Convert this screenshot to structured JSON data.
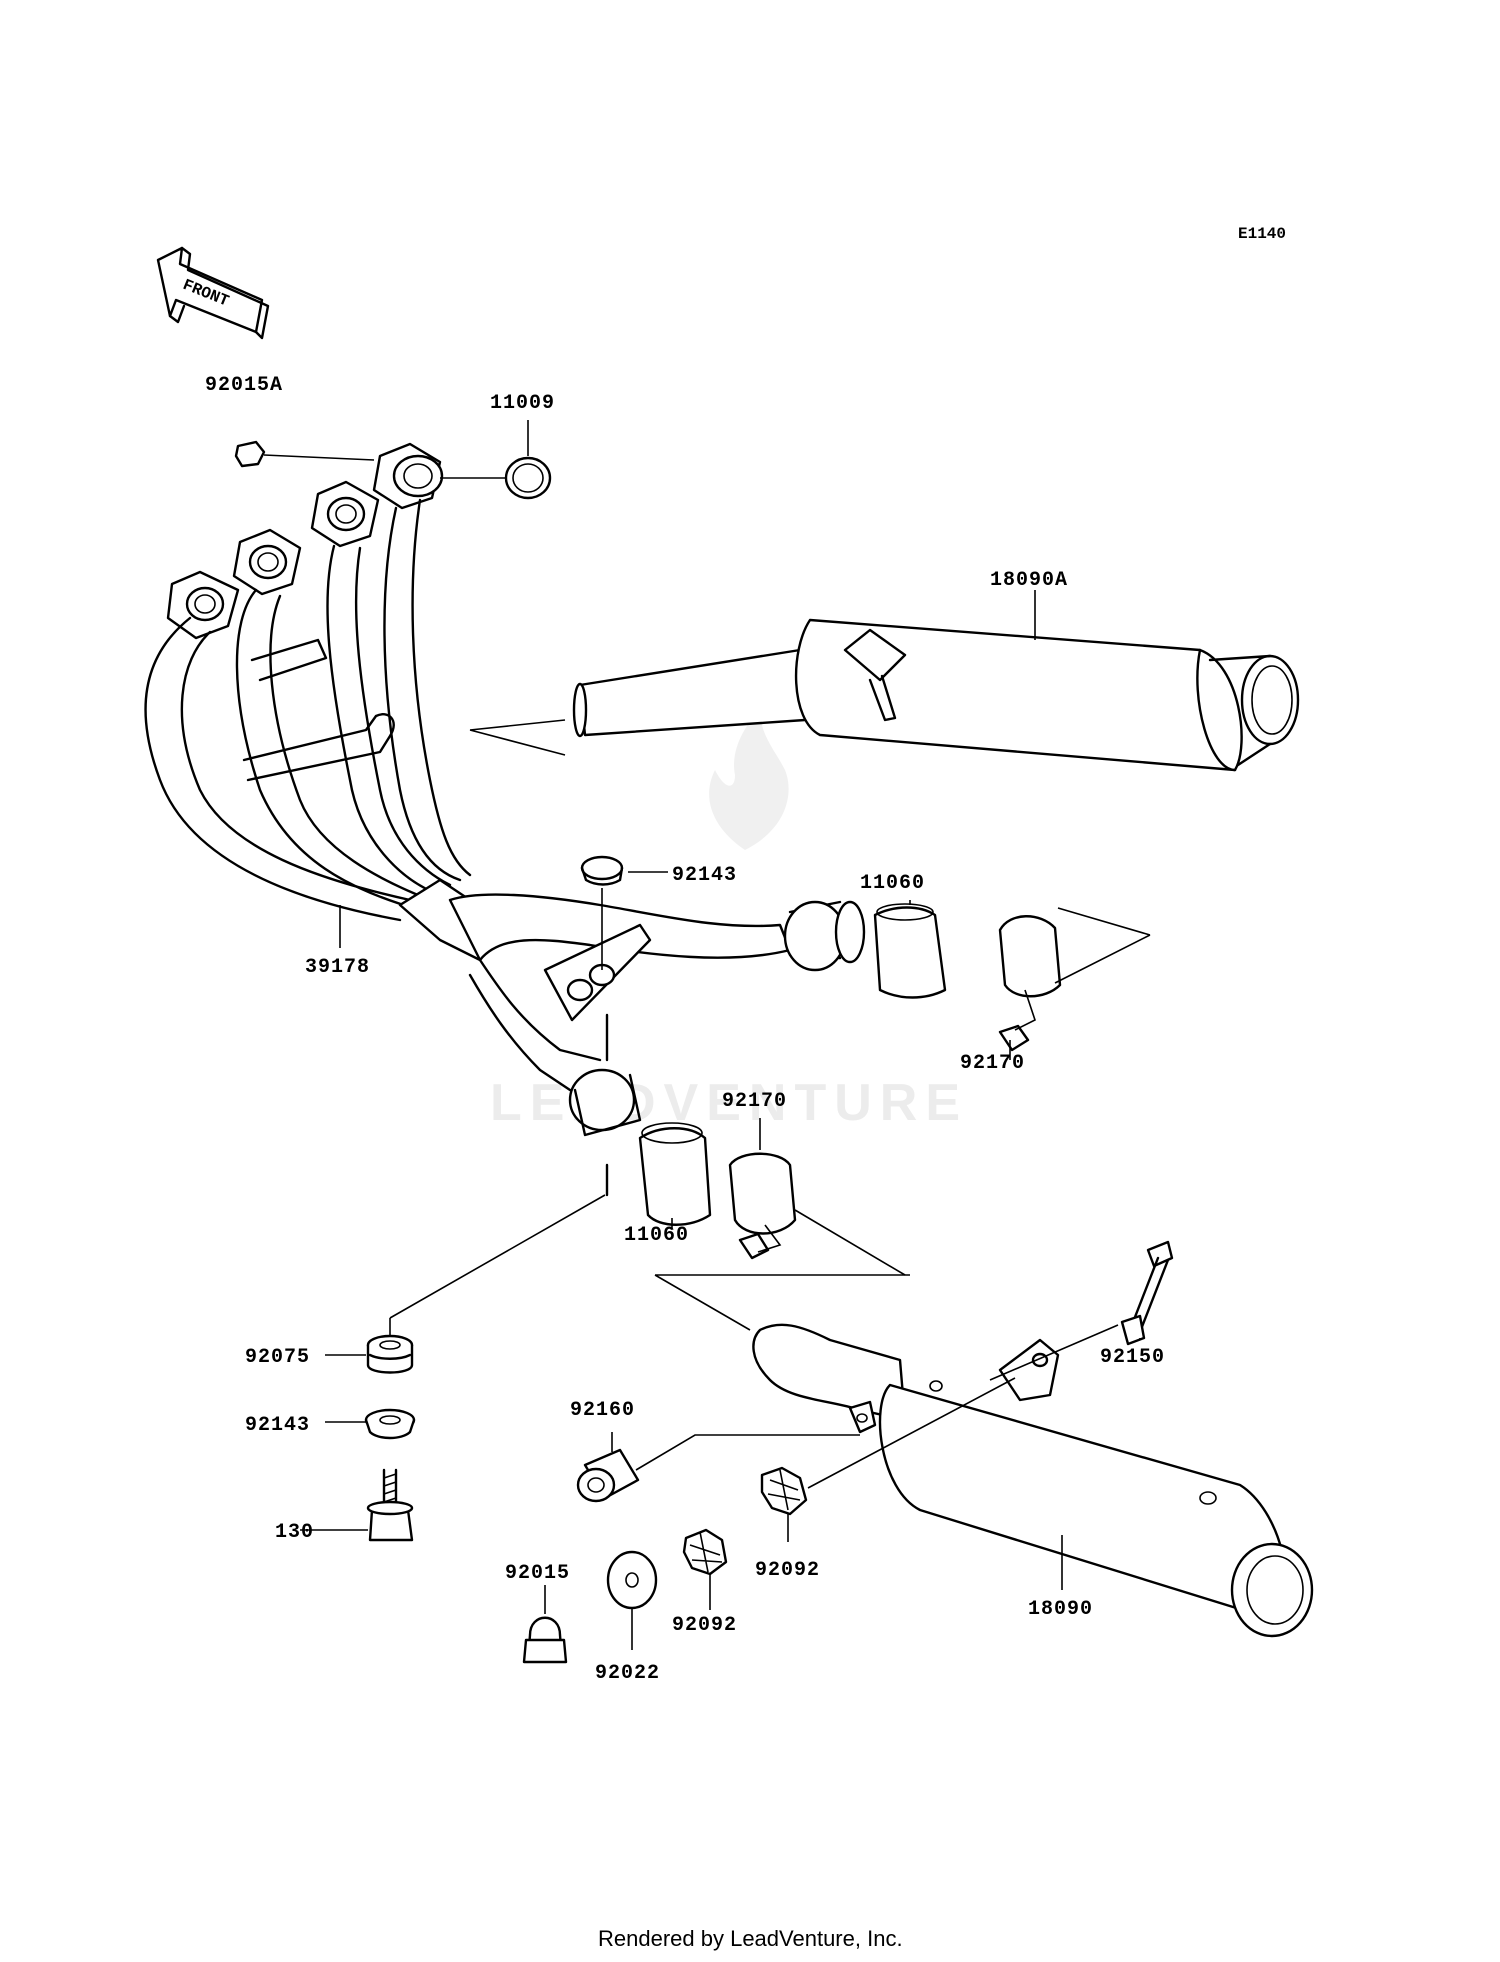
{
  "diagram": {
    "code": "E1140",
    "front_label": "FRONT",
    "watermark": "LEADVENTURE",
    "footer": "Rendered by LeadVenture, Inc.",
    "labels": {
      "p92015A": "92015A",
      "p11009": "11009",
      "p18090A": "18090A",
      "p92143_top": "92143",
      "p11060_right": "11060",
      "p39178": "39178",
      "p92170_right": "92170",
      "p92170_center": "92170",
      "p11060_center": "11060",
      "p92150": "92150",
      "p92075": "92075",
      "p92143_left": "92143",
      "p92160": "92160",
      "p130": "130",
      "p92092_right": "92092",
      "p92015": "92015",
      "p92092_center": "92092",
      "p18090": "18090",
      "p92022": "92022"
    }
  }
}
